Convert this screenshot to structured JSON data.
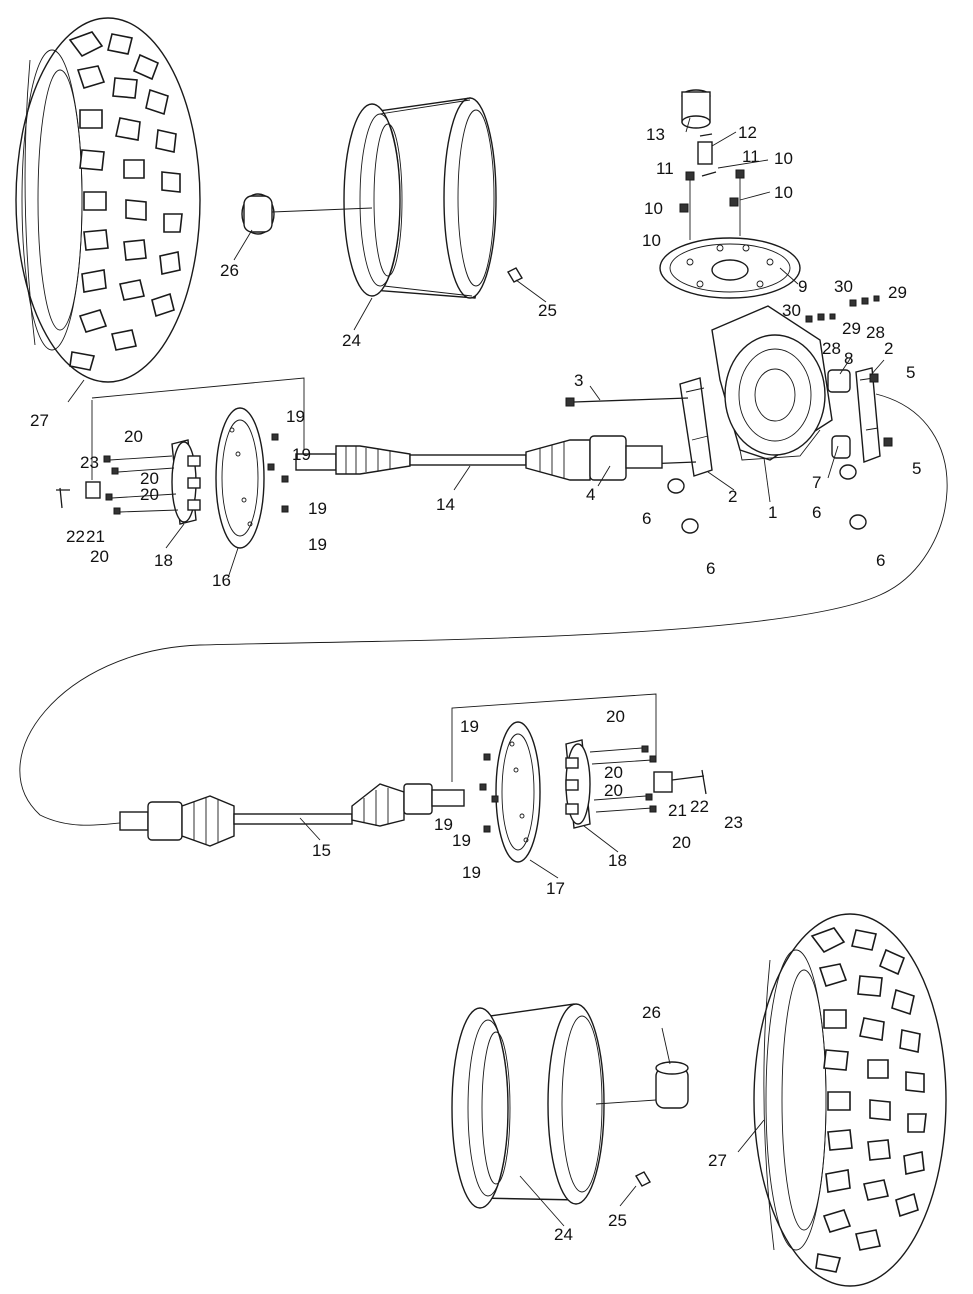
{
  "callouts": [
    {
      "n": "1"
    },
    {
      "n": "2"
    },
    {
      "n": "2"
    },
    {
      "n": "3"
    },
    {
      "n": "4"
    },
    {
      "n": "5"
    },
    {
      "n": "5"
    },
    {
      "n": "6"
    },
    {
      "n": "6"
    },
    {
      "n": "6"
    },
    {
      "n": "6"
    },
    {
      "n": "7"
    },
    {
      "n": "8"
    },
    {
      "n": "9"
    },
    {
      "n": "10"
    },
    {
      "n": "10"
    },
    {
      "n": "10"
    },
    {
      "n": "10"
    },
    {
      "n": "11"
    },
    {
      "n": "11"
    },
    {
      "n": "12"
    },
    {
      "n": "13"
    },
    {
      "n": "14"
    },
    {
      "n": "15"
    },
    {
      "n": "16"
    },
    {
      "n": "17"
    },
    {
      "n": "18"
    },
    {
      "n": "18"
    },
    {
      "n": "19"
    },
    {
      "n": "19"
    },
    {
      "n": "19"
    },
    {
      "n": "19"
    },
    {
      "n": "19"
    },
    {
      "n": "19"
    },
    {
      "n": "19"
    },
    {
      "n": "19"
    },
    {
      "n": "20"
    },
    {
      "n": "20"
    },
    {
      "n": "20"
    },
    {
      "n": "20"
    },
    {
      "n": "20"
    },
    {
      "n": "20"
    },
    {
      "n": "20"
    },
    {
      "n": "20"
    },
    {
      "n": "21"
    },
    {
      "n": "21"
    },
    {
      "n": "22"
    },
    {
      "n": "22"
    },
    {
      "n": "23"
    },
    {
      "n": "23"
    },
    {
      "n": "24"
    },
    {
      "n": "24"
    },
    {
      "n": "25"
    },
    {
      "n": "25"
    },
    {
      "n": "26"
    },
    {
      "n": "26"
    },
    {
      "n": "27"
    },
    {
      "n": "27"
    },
    {
      "n": "28"
    },
    {
      "n": "28"
    },
    {
      "n": "29"
    },
    {
      "n": "29"
    },
    {
      "n": "30"
    },
    {
      "n": "30"
    }
  ]
}
